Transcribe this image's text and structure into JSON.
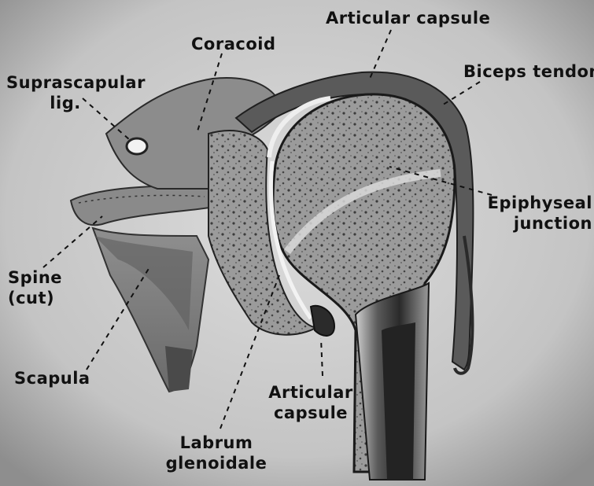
{
  "colors": {
    "paper": "#c9c9c9",
    "bone_light": "#a8a8a8",
    "bone_mid": "#7c7c7c",
    "bone_dark": "#3a3a3a",
    "ink": "#111111"
  },
  "labels": {
    "articular_capsule_top": "Articular capsule",
    "coracoid": "Coracoid",
    "suprascapular_1": "Suprascapular",
    "suprascapular_2": "lig.",
    "biceps_tendon": "Biceps tendon",
    "epiphyseal_1": "Epiphyseal",
    "epiphyseal_2": "junction",
    "spine_1": "Spine",
    "spine_2": "(cut)",
    "scapula": "Scapula",
    "articular_capsule_bottom_1": "Articular",
    "articular_capsule_bottom_2": "capsule",
    "labrum_1": "Labrum",
    "labrum_2": "glenoidale"
  }
}
